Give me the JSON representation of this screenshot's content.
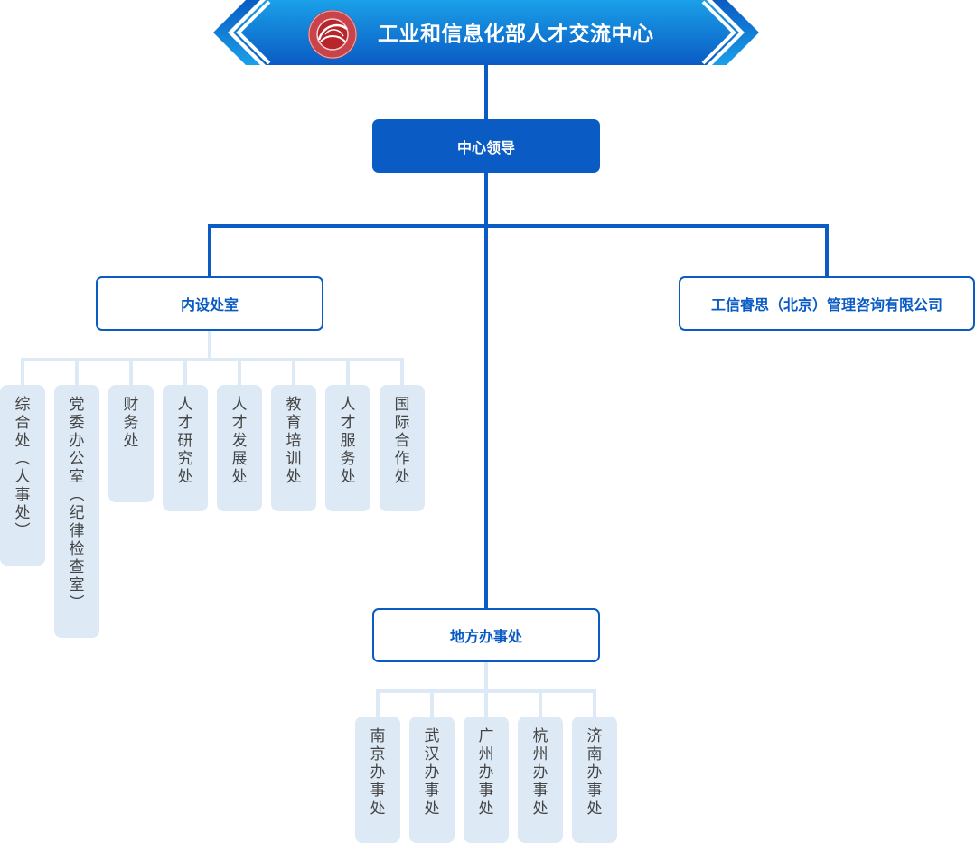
{
  "header": {
    "title": "工业和信息化部人才交流中心",
    "logo": "miit-talent-exchange-center-logo"
  },
  "leadership": {
    "label": "中心领导"
  },
  "branches": {
    "internal": {
      "label": "内设处室",
      "departments": [
        "综合处（人事处）",
        "党委办公室（纪律检查室）",
        "财务处",
        "人才研究处",
        "人才发展处",
        "教育培训处",
        "人才服务处",
        "国际合作处"
      ]
    },
    "company": {
      "label": "工信睿思（北京）管理咨询有限公司"
    },
    "regional": {
      "label": "地方办事处",
      "offices": [
        "南京办事处",
        "武汉办事处",
        "广州办事处",
        "杭州办事处",
        "济南办事处"
      ]
    }
  },
  "colors": {
    "primary": "#0a5bc4",
    "light_connector": "#dde9f5",
    "pill_bg": "#dde9f5",
    "pill_text": "#444444",
    "logo_red": "#b8262c"
  }
}
